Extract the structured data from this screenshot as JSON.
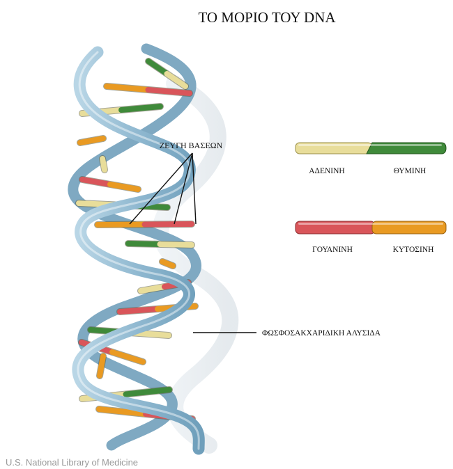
{
  "title": "ΤΟ ΜΟΡΙΟ ΤΟΥ DNA",
  "labels": {
    "base_pairs": "ΖΕΥΓΗ ΒΑΣΕΩΝ",
    "backbone": "ΦΩΣΦΟΣΑΚΧΑΡΙΔΙΚΗ ΑΛΥΣΙΔΑ"
  },
  "legend": {
    "pair1": {
      "left": "ΑΔΕΝΙΝΗ",
      "right": "ΘΥΜΙΝΗ"
    },
    "pair2": {
      "left": "ΓΟΥΑΝΙΝΗ",
      "right": "ΚΥΤΟΣΙΝΗ"
    }
  },
  "credit": "U.S. National Library of Medicine",
  "colors": {
    "adenine": "#e8dd9a",
    "thymine": "#3f8a3a",
    "guanine": "#d9555a",
    "cytosine": "#e99a22",
    "backbone": "#9cc3d8",
    "backbone_dark": "#6f9fbb"
  }
}
